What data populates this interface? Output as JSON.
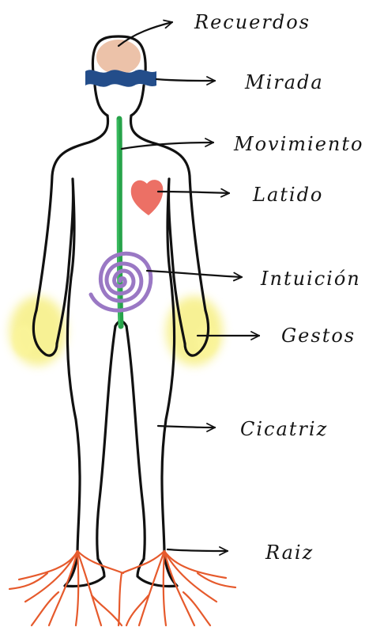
{
  "labels": {
    "recuerdos": "Recuerdos",
    "mirada": "Mirada",
    "movimiento": "Movimiento",
    "latido": "Latido",
    "intuicion": "Intuición",
    "gestos": "Gestos",
    "cicatriz": "Cicatriz",
    "raiz": "Raiz"
  },
  "colors": {
    "outline": "#111111",
    "head": "#e9b79a",
    "blindfold": "#234d8a",
    "spine": "#27a34a",
    "heart": "#ec7065",
    "spiral": "#9a78c4",
    "glow": "#f6ee7a",
    "roots": "#e65a2c"
  }
}
